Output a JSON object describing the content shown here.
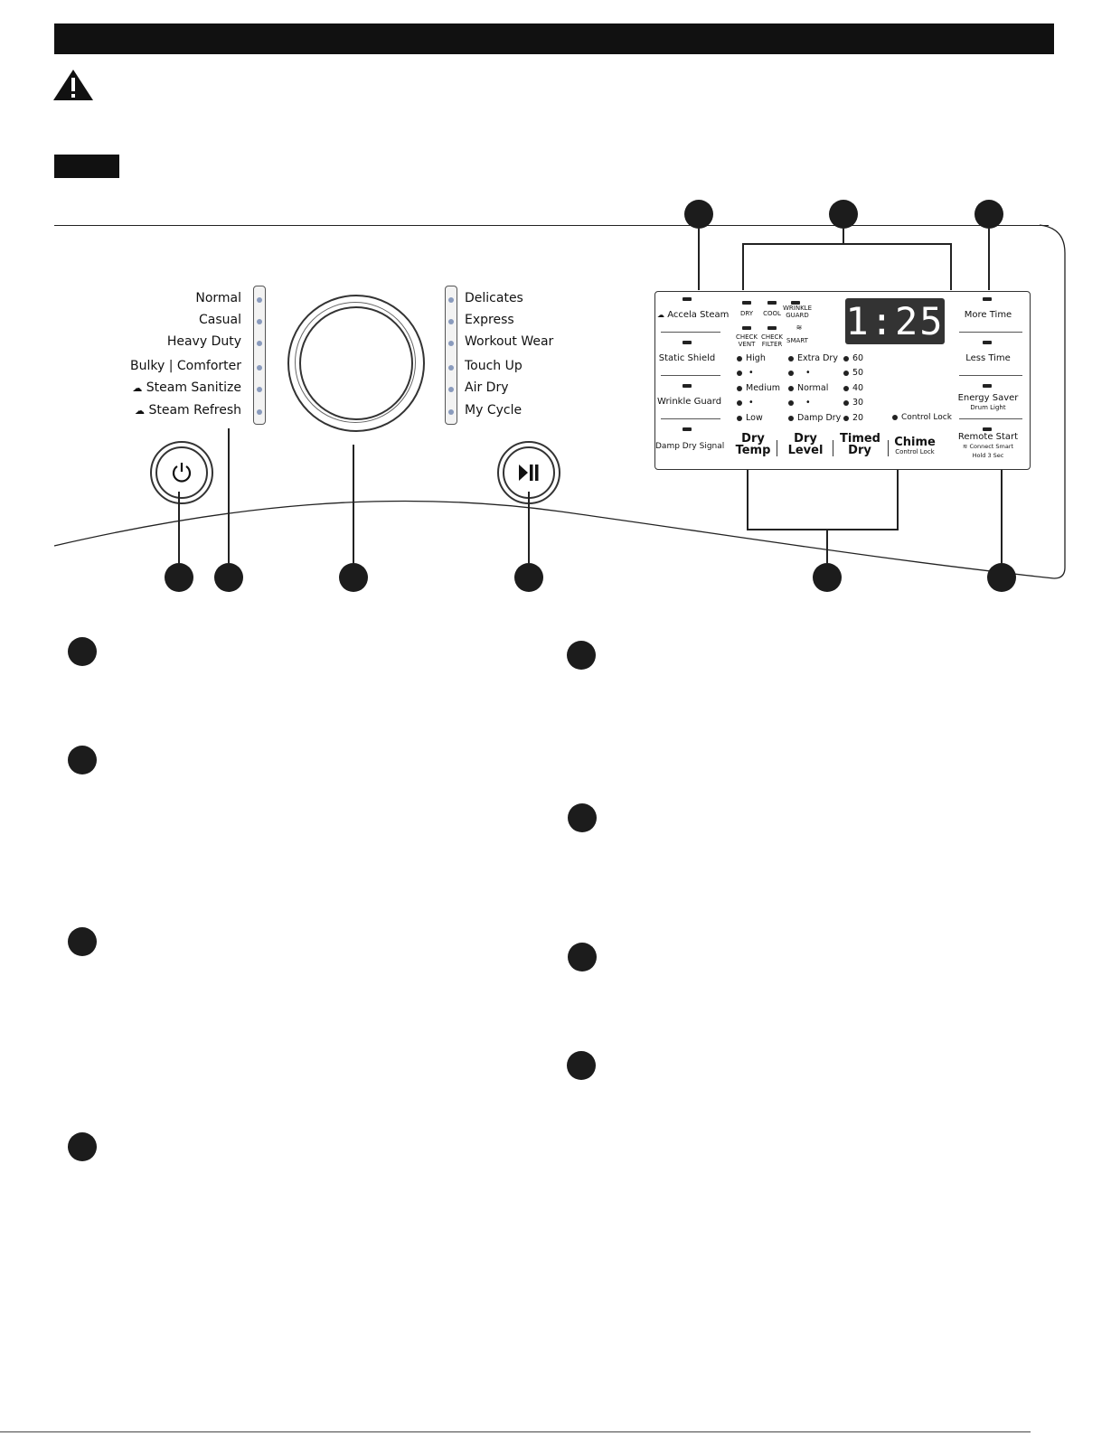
{
  "cycles_left": [
    "Normal",
    "Casual",
    "Heavy Duty",
    "Bulky | Comforter",
    "Steam Sanitize",
    "Steam Refresh"
  ],
  "cycles_right": [
    "Delicates",
    "Express",
    "Workout Wear",
    "Touch Up",
    "Air Dry",
    "My Cycle"
  ],
  "panel_left_buttons": [
    "Accela Steam",
    "Static Shield",
    "Wrinkle Guard",
    "Damp Dry Signal"
  ],
  "status_labels": {
    "dry": "DRY",
    "cool": "COOL",
    "wrinkle_guard": "WRINKLE GUARD",
    "check_vent": "CHECK VENT",
    "check_filter": "CHECK FILTER",
    "smart": "SMART"
  },
  "display_time": "1:25",
  "dry_temp_options": [
    "High",
    "Medium",
    "Low"
  ],
  "dry_level_options": [
    "Extra Dry",
    "Normal",
    "Damp Dry"
  ],
  "timed_dry_options": [
    "60",
    "50",
    "40",
    "30",
    "20"
  ],
  "control_lock_label": "Control Lock",
  "selectors": {
    "dry_temp": "Dry Temp",
    "dry_level": "Dry Level",
    "timed_dry": "Timed Dry",
    "chime": "Chime",
    "chime_sub": "Control Lock"
  },
  "panel_right_buttons": {
    "more_time": "More Time",
    "less_time": "Less Time",
    "energy_saver": "Energy Saver",
    "energy_saver_sub": "Drum Light",
    "remote_start": "Remote Start",
    "remote_start_sub1": "Connect Smart",
    "remote_start_sub2": "Hold 3 Sec"
  }
}
